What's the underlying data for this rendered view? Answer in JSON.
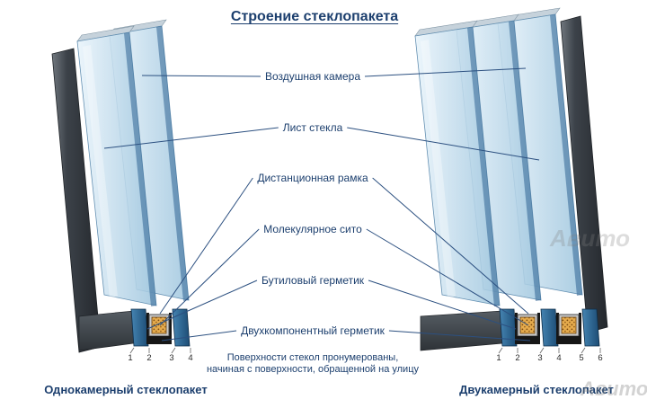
{
  "title": "Строение стеклопакета",
  "labels": [
    {
      "text": "Воздушная камера"
    },
    {
      "text": "Лист стекла"
    },
    {
      "text": "Дистанционная рамка"
    },
    {
      "text": "Молекулярное сито"
    },
    {
      "text": "Бутиловый герметик"
    },
    {
      "text": "Двухкомпонентный герметик"
    }
  ],
  "note_line1": "Поверхности стекол пронумерованы,",
  "note_line2": "начиная с поверхности, обращенной на улицу",
  "left_unit": {
    "caption": "Однокамерный стеклопакет",
    "numbers": [
      "1",
      "2",
      "3",
      "4"
    ]
  },
  "right_unit": {
    "caption": "Двукамерный стеклопакет",
    "numbers": [
      "1",
      "2",
      "3",
      "4",
      "5",
      "6"
    ]
  },
  "watermark": "Авито",
  "colors": {
    "navy": "#1c3f6e",
    "leader": "#2c5080",
    "glass_light": "#e9f4fb",
    "glass_mid": "#c3dcec",
    "glass_deep": "#9fc6de",
    "glass_edge": "#1c4c74",
    "frame_dark": "#2e3338",
    "spacer_gray": "#c9c9c9",
    "sieve_orange": "#e5ab4d",
    "sealant_black": "#161616",
    "number_gray": "#2b2b2b",
    "watermark_gray": "#808080"
  }
}
